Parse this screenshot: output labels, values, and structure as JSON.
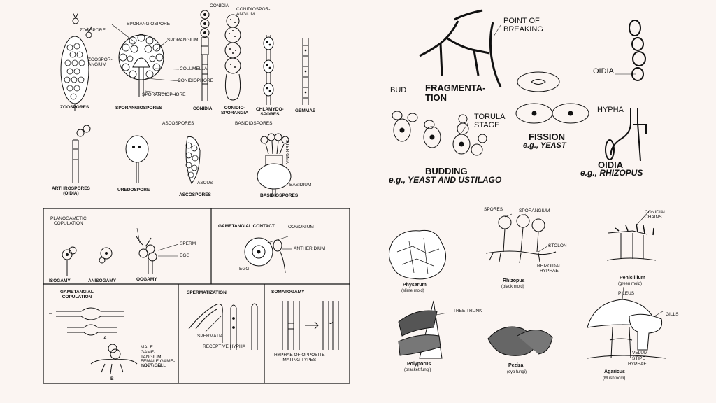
{
  "spores": {
    "zoospore": "ZOOSPORE",
    "zoosporangium": "ZOOSPOR-\nANGIUM",
    "zoospores": "ZOOSPORES",
    "sporangiospore": "SPORANGIOSPORE",
    "sporangium": "SPORANGIUM",
    "columella": "COLUMELLA",
    "conidiophore": "CONIDIOPHORE",
    "sporangiophore": "SPORANGIOPHORE",
    "sporangiospores": "SPORANGIOSPORES",
    "conidia_top": "CONIDIA",
    "conidiosporangium_top": "CONIDIOSPOR-\nANGIUM",
    "conidia": "CONIDIA",
    "conidiosporangia": "CONIDIO-\nSPORANGIA",
    "chlamydospores": "CHLAMYDO-\nSPORES",
    "gemmae": "GEMMAE",
    "arthrospores": "ARTHROSPORES\n(OIDIA)",
    "uredospore": "UREDOSPORE",
    "ascospores_top": "ASCOSPORES",
    "ascus": "ASCUS",
    "ascospores": "ASCOSPORES",
    "basidiospores_top": "BASIDIOSPORES",
    "sterigma": "STERIGMA",
    "basidium": "BASIDIUM",
    "basidiospores": "BASIDIOSPORES"
  },
  "asexual": {
    "point_of_breaking": "POINT OF\nBREAKING",
    "fragmentation": "FRAGMENTA-\nTION",
    "bud": "BUD",
    "torula_stage": "TORULA\nSTAGE",
    "budding": "BUDDING",
    "budding_eg": "e.g., YEAST AND USTILAGO",
    "fission": "FISSION",
    "fission_eg": "e.g., YEAST",
    "oidia_top": "OIDIA",
    "hypha": "HYPHA",
    "oidia": "OIDIA",
    "oidia_eg": "e.g., RHIZOPUS"
  },
  "sexual": {
    "planogametic": "PLANOGAMETIC\nCOPULATION",
    "sperm": "SPERM",
    "egg1": "EGG",
    "isogamy": "ISOGAMY",
    "anisogamy": "ANISOGAMY",
    "oogamy": "OOGAMY",
    "gametangial_contact": "GAMETANGIAL CONTACT",
    "oogonium": "OOGONIUM",
    "antheridium": "ANTHERIDIUM",
    "egg2": "EGG",
    "gametangial_copulation": "GAMETANGIAL\nCOPULATION",
    "male": "MALE\nGAME-\nTANGIUM",
    "female": "FEMALE GAME-\nTANGIUM",
    "host_cell": "HOST CELL",
    "a": "A",
    "b": "B",
    "spermatization": "SPERMATIZATION",
    "spermatia": "SPERMATIA",
    "receptive_hypha": "RECEPTIVE HYPHA",
    "somatogamy": "SOMATOGAMY",
    "hyphae_opposite": "HYPHAE OF OPPOSITE\nMATING TYPES"
  },
  "fungi": {
    "physarum": "Physarum",
    "physarum_cn": "(slime mold)",
    "spores": "SPORES",
    "sporangium": "SPORANGIUM",
    "stolon": "STOLON",
    "rhizoidal": "RHIZOIDAL\nHYPHAE",
    "rhizopus": "Rhizopus",
    "rhizopus_cn": "(black mold)",
    "conidial_chains": "CONIDIAL\nCHAINS",
    "penicillium": "Penicillium",
    "penicillium_cn": "(green mold)",
    "tree_trunk": "TREE TRUNK",
    "polyporus": "Polyporus",
    "polyporus_cn": "(bracket fungi)",
    "peziza": "Peziza",
    "peziza_cn": "(cyp fungi)",
    "pileus": "PILEUS",
    "gills": "GILLS",
    "velum": "VELUM",
    "stipe": "STIPE",
    "hyphae": "HYPHAE",
    "agaricus": "Agaricus",
    "agaricus_cn": "(Mushroom)"
  }
}
